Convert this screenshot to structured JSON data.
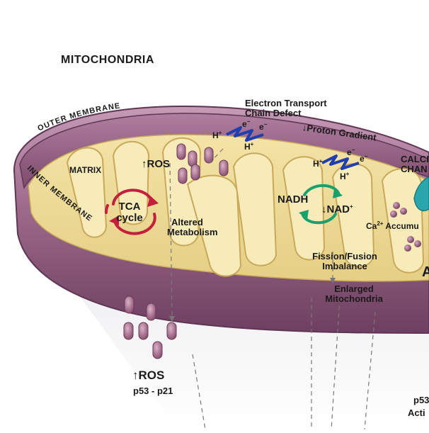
{
  "title": "MITOCHONDRIA",
  "labels": {
    "outer_membrane": "OUTER MEMBRANE",
    "inner_membrane": "INNER MEMBRANE",
    "matrix": "MATRIX",
    "etc_line1": "Electron Transport",
    "etc_line2": "Chain Defect",
    "proton_gradient": "Proton Gradient",
    "calcium_line1": "CALCI",
    "calcium_line2": "CHAN",
    "ros_inner": "ROS",
    "tca_line1": "TCA",
    "tca_line2": "cycle",
    "altered_line1": "Altered",
    "altered_line2": "Metabolism",
    "nadh": "NADH",
    "nad": "NAD",
    "ca_accum": "Ca",
    "ca_accum_suffix": "Accumu",
    "fission_line1": "Fission/Fusion",
    "fission_line2": "Imbalance",
    "enlarged_line1": "Enlarged",
    "enlarged_line2": "Mitochondria",
    "ros_outer": "ROS",
    "p53_p21": "p53 - p21",
    "p53_right": "p53",
    "acti_right": "Acti",
    "a_right": "A",
    "h_plus": "H",
    "e_minus": "e",
    "superscript_plus": "+",
    "superscript_minus": "−",
    "superscript_2plus": "2+"
  },
  "colors": {
    "outer_membrane": "#8e5f7e",
    "outer_membrane_dark": "#5e3653",
    "cut_surface": "#e9d9a4",
    "matrix": "#f0df9e",
    "cristae_edge": "#d7bb6a",
    "cristae_fill": "#f6e9b4",
    "ros_vesicle": "#a0607f",
    "tca_arrow": "#c41f3c",
    "nadh_arrow": "#19a06d",
    "electron_bolt": "#1f3fae",
    "calcium_channel": "#2aa7ad",
    "calcium_dots": "#8a4d6e"
  }
}
